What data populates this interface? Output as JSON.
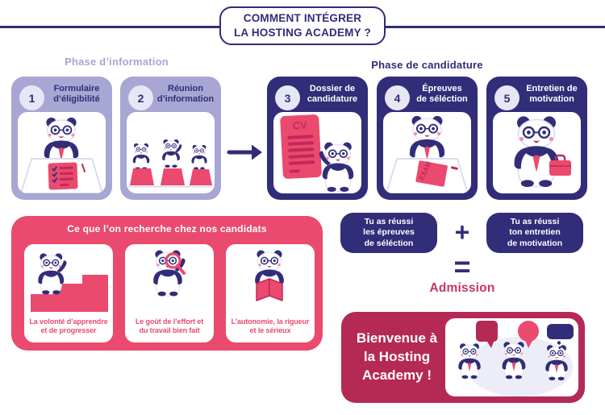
{
  "title": {
    "lines": [
      "COMMENT INTÉGRER",
      "LA HOSTING ACADEMY ?"
    ]
  },
  "phase_information": {
    "label": "Phase d’information",
    "steps": [
      {
        "number": "1",
        "title_lines": [
          "Formulaire",
          "d’éligibilité"
        ]
      },
      {
        "number": "2",
        "title_lines": [
          "Réunion",
          "d’information"
        ]
      }
    ]
  },
  "phase_candidature": {
    "label": "Phase de candidature",
    "steps": [
      {
        "number": "3",
        "title_lines": [
          "Dossier de",
          "candidature"
        ],
        "illustration_label": "CV"
      },
      {
        "number": "4",
        "title_lines": [
          "Épreuves",
          "de séléction"
        ],
        "illustration_label": "EXAM"
      },
      {
        "number": "5",
        "title_lines": [
          "Entretien de",
          "motivation"
        ]
      }
    ]
  },
  "criteria": {
    "title": "Ce que l’on recherche chez nos candidats",
    "items": [
      {
        "lines": [
          "La volonté d’apprendre",
          "et de progresser"
        ]
      },
      {
        "lines": [
          "Le goût de l’effort et",
          "du travail bien fait"
        ]
      },
      {
        "lines": [
          "L’autonomie, la rigueur",
          "et le sérieux"
        ]
      }
    ]
  },
  "equation": {
    "success_selection_lines": [
      "Tu as réussi",
      "les épreuves",
      "de séléction"
    ],
    "plus_sign": "+",
    "success_interview_lines": [
      "Tu as réussi",
      "ton entretien",
      "de motivation"
    ],
    "equals_sign": "=",
    "result": "Admission"
  },
  "welcome": {
    "lines": [
      "Bienvenue à",
      "la Hosting",
      "Academy !"
    ]
  },
  "colors": {
    "dark_blue": "#312d78",
    "lavender": "#a8a6d3",
    "lavender_light": "#e7e6f4",
    "pink": "#e94a6e",
    "pink_dark": "#c4275a",
    "crimson": "#b52a55",
    "admission_text": "#c53562"
  }
}
